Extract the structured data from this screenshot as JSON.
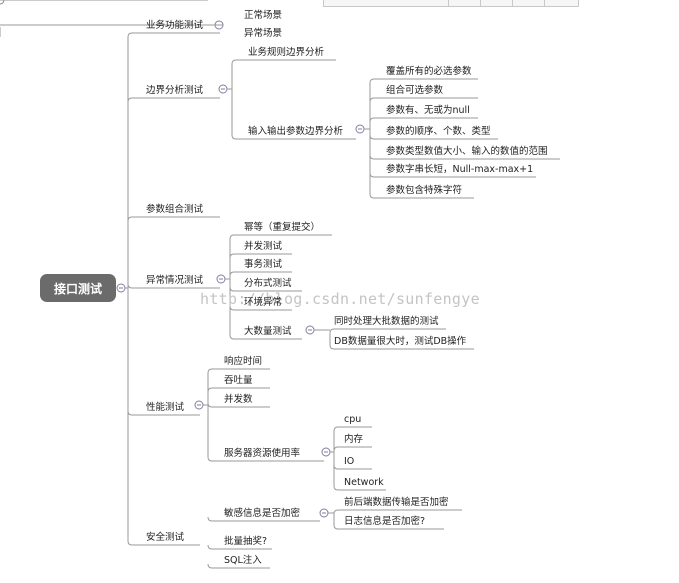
{
  "root": {
    "label": "接口测试"
  },
  "watermark": "http://blog.csdn.net/sunfengye",
  "colors": {
    "line": "#9a9a9a",
    "root_bg": "#6b6b6b",
    "collapse_icon": "#7f7f9f"
  },
  "branches": [
    {
      "label": "业务功能测试",
      "children": [
        {
          "label": "正常场景"
        },
        {
          "label": "异常场景"
        }
      ]
    },
    {
      "label": "边界分析测试",
      "children": [
        {
          "label": "业务规则边界分析"
        },
        {
          "label": "输入输出参数边界分析",
          "children": [
            {
              "label": "覆盖所有的必选参数"
            },
            {
              "label": "组合可选参数"
            },
            {
              "label": "参数有、无或为null"
            },
            {
              "label": "参数的顺序、个数、类型"
            },
            {
              "label": "参数类型数值大小、输入的数值的范围"
            },
            {
              "label": "参数字串长短，Null-max-max+1"
            },
            {
              "label": "参数包含特殊字符"
            }
          ]
        }
      ]
    },
    {
      "label": "参数组合测试"
    },
    {
      "label": "异常情况测试",
      "children": [
        {
          "label": "幂等（重复提交）"
        },
        {
          "label": "并发测试"
        },
        {
          "label": "事务测试"
        },
        {
          "label": "分布式测试"
        },
        {
          "label": "环境异常"
        },
        {
          "label": "大数量测试",
          "children": [
            {
              "label": "同时处理大批数据的测试"
            },
            {
              "label": "DB数据量很大时，测试DB操作"
            }
          ]
        }
      ]
    },
    {
      "label": "性能测试",
      "children": [
        {
          "label": "响应时间"
        },
        {
          "label": "吞吐量"
        },
        {
          "label": "并发数"
        },
        {
          "label": "服务器资源使用率",
          "children": [
            {
              "label": "cpu"
            },
            {
              "label": "内存"
            },
            {
              "label": "IO"
            },
            {
              "label": "Network"
            }
          ]
        }
      ]
    },
    {
      "label": "安全测试",
      "children": [
        {
          "label": "敏感信息是否加密",
          "children": [
            {
              "label": "前后端数据传输是否加密"
            },
            {
              "label": "日志信息是否加密?"
            }
          ]
        },
        {
          "label": "批量抽奖?"
        },
        {
          "label": "SQL注入"
        }
      ]
    }
  ]
}
